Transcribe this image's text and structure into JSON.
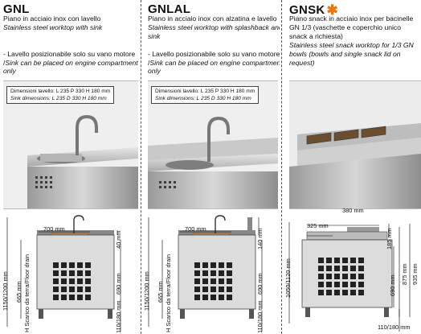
{
  "products": [
    {
      "code": "GNL",
      "desc_it": "Piano in acciaio inox con lavello",
      "desc_en": "Stainless steel worktop with sink",
      "note_it": "- Lavello posizionabile solo su vano motore /",
      "note_en": "Sink can be placed on engine compartment only",
      "dim_it": "Dimensioni lavello: L 235 P 330 H 180 mm",
      "dim_en": "Sink dimensions: L 235 D 330 H 180 mm",
      "dims": {
        "width": "700 mm",
        "top": "40 mm",
        "height": "1150/1200 mm",
        "drain": "665 mm",
        "drain_label": "H Scarico da terra/Floor drain",
        "body": "690 mm",
        "feet": "110/180 mm"
      }
    },
    {
      "code": "GNLAL",
      "desc_it": "Piano in acciaio inox con alzatina e lavello",
      "desc_en": "Stainless steel worktop with splashback and sink",
      "note_it": "- Lavello posizionabile solo su vano motore /",
      "note_en": "Sink can be placed on engine compartment only",
      "dim_it": "Dimensioni lavello: L 235 P 330 H 180 mm",
      "dim_en": "Sink dimensions: L 235 D 330 H 180 mm",
      "dims": {
        "width": "700 mm",
        "top": "140 mm",
        "height": "1150/1200 mm",
        "drain": "665 mm",
        "drain_label": "H Scarico da terra/Floor drain",
        "body": "690 mm",
        "feet": "110/180 mm"
      }
    },
    {
      "code": "GNSK",
      "desc_it": "Piano snack in acciaio inox per bacinelle GN 1/3 (vaschette e coperchio unico snack a richiesta)",
      "desc_en": "Stainless steel snack worktop for 1/3 GN bowls (bowls and single snack lid on request)",
      "dims": {
        "width": "380 mm",
        "inner": "325 mm",
        "top": "185 mm",
        "height": "1050/1120 mm",
        "mid": "875 mm",
        "total": "935 mm",
        "body": "690 mm",
        "feet": "110/180 mm"
      }
    }
  ],
  "colors": {
    "accent_star": "#e87716",
    "sink_basin": "#c98f55"
  }
}
